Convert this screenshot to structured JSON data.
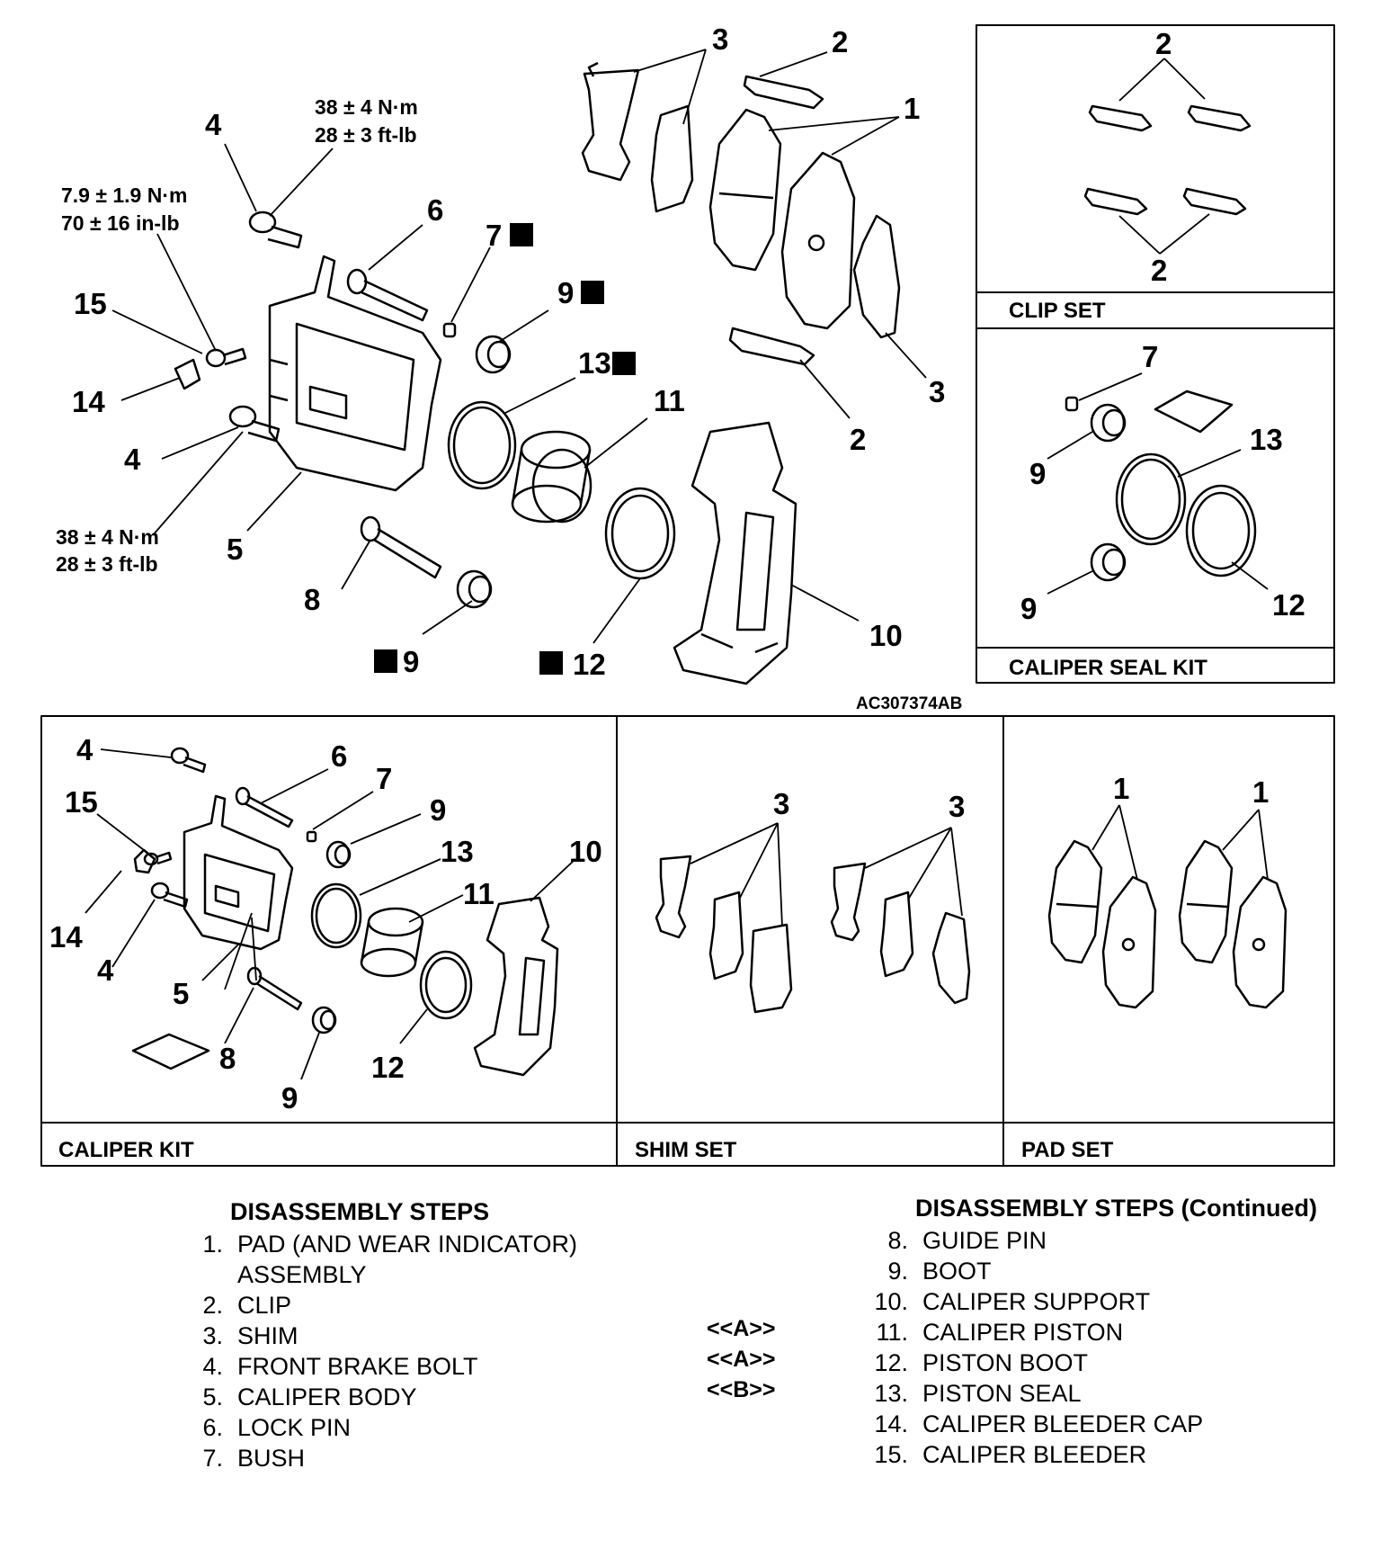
{
  "reference_code": "AC307374AB",
  "torques": {
    "upper_bolt": [
      "38 ± 4 N·m",
      "28 ± 3 ft-lb"
    ],
    "bleeder": [
      "7.9 ± 1.9 N·m",
      "70 ± 16 in-lb"
    ],
    "lower_bolt": [
      "38 ± 4 N·m",
      "28 ± 3 ft-lb"
    ]
  },
  "new_part_mark": "N",
  "main_labels": {
    "l4a": "4",
    "l4b": "4",
    "l5": "5",
    "l6": "6",
    "l7": "7",
    "l8": "8",
    "l9a": "9",
    "l9b": "9",
    "l10": "10",
    "l11": "11",
    "l12": "12",
    "l13": "13",
    "l14": "14",
    "l15": "15",
    "l1": "1",
    "l2a": "2",
    "l2b": "2",
    "l3a": "3",
    "l3b": "3"
  },
  "kits": {
    "clip_set": {
      "title": "CLIP SET",
      "labels": [
        "2",
        "2"
      ]
    },
    "caliper_seal_kit": {
      "title": "CALIPER SEAL KIT",
      "labels": [
        "7",
        "9",
        "9",
        "13",
        "12"
      ]
    },
    "caliper_kit": {
      "title": "CALIPER KIT",
      "labels": [
        "4",
        "6",
        "7",
        "9",
        "13",
        "11",
        "10",
        "15",
        "14",
        "4",
        "5",
        "8",
        "9",
        "12"
      ]
    },
    "shim_set": {
      "title": "SHIM SET",
      "labels": [
        "3",
        "3"
      ]
    },
    "pad_set": {
      "title": "PAD SET",
      "labels": [
        "1",
        "1"
      ]
    }
  },
  "disassembly": {
    "heading": "DISASSEMBLY STEPS",
    "steps": [
      {
        "num": "1.",
        "label": "PAD (AND WEAR INDICATOR)"
      },
      {
        "num": "",
        "label": "ASSEMBLY"
      },
      {
        "num": "2.",
        "label": "CLIP"
      },
      {
        "num": "3.",
        "label": "SHIM"
      },
      {
        "num": "4.",
        "label": "FRONT BRAKE BOLT"
      },
      {
        "num": "5.",
        "label": "CALIPER BODY"
      },
      {
        "num": "6.",
        "label": "LOCK PIN"
      },
      {
        "num": "7.",
        "label": "BUSH"
      }
    ]
  },
  "disassembly_continued": {
    "heading": "DISASSEMBLY STEPS (Continued)",
    "steps": [
      {
        "num": "8.",
        "label": "GUIDE PIN"
      },
      {
        "num": "9.",
        "label": "BOOT"
      },
      {
        "num": "10.",
        "label": "CALIPER SUPPORT"
      },
      {
        "num": "11.",
        "label": "CALIPER PISTON"
      },
      {
        "num": "12.",
        "label": "PISTON BOOT"
      },
      {
        "num": "13.",
        "label": "PISTON SEAL"
      },
      {
        "num": "14.",
        "label": "CALIPER BLEEDER CAP"
      },
      {
        "num": "15.",
        "label": "CALIPER BLEEDER"
      }
    ]
  },
  "service_notes": [
    "<<A>>",
    "<<A>>",
    "<<B>>"
  ]
}
